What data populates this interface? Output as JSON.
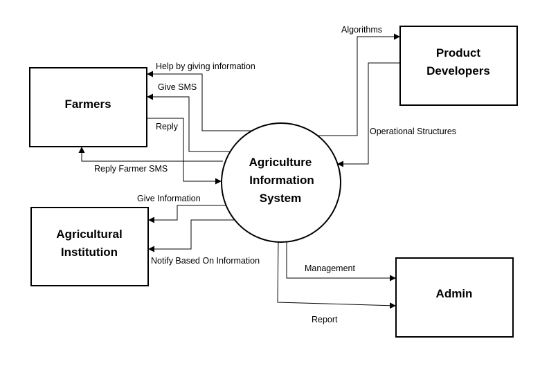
{
  "center": {
    "line1": "Agriculture",
    "line2": "Information",
    "line3": "System"
  },
  "entities": {
    "farmers": "Farmers",
    "product_developers": {
      "line1": "Product",
      "line2": "Developers"
    },
    "agricultural_institution": {
      "line1": "Agricultural",
      "line2": "Institution"
    },
    "admin": "Admin"
  },
  "flows": {
    "algorithms": "Algorithms",
    "help_by_giving_information": "Help by giving information",
    "give_sms": "Give SMS",
    "reply": "Reply",
    "reply_farmer_sms": "Reply Farmer SMS",
    "operational_structures": "Operational Structures",
    "give_information": "Give Information",
    "notify_based_on_information": "Notify Based On Information",
    "management": "Management",
    "report": "Report"
  }
}
